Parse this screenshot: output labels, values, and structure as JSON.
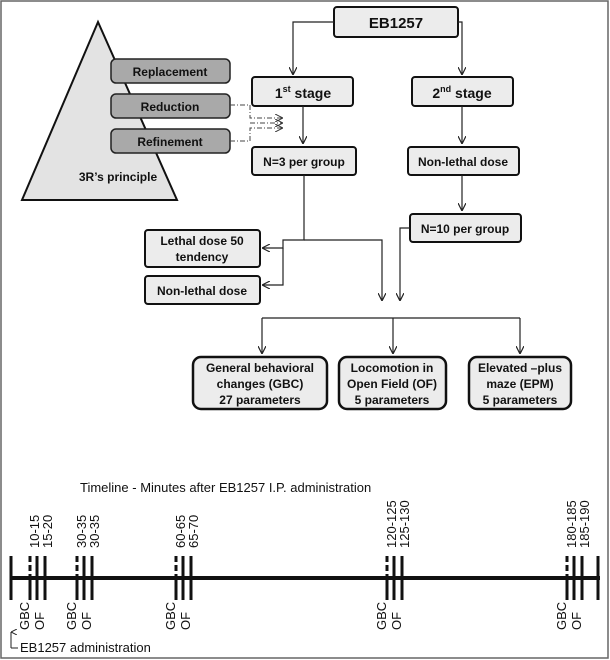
{
  "flow": {
    "root": "EB1257",
    "stage1": {
      "text": "1",
      "sup": "st",
      "rest": " stage"
    },
    "stage2": {
      "text": "2",
      "sup": "nd",
      "rest": " stage"
    },
    "n3": "N=3 per group",
    "nonlethal_stage2": "Non-lethal dose",
    "n10": "N=10 per group",
    "ld50": [
      "Lethal dose 50",
      "tendency"
    ],
    "nonlethal_left": "Non-lethal dose",
    "gbc": [
      "General behavioral",
      "changes (GBC)",
      "27 parameters"
    ],
    "locomotion": [
      "Locomotion in",
      "Open Field (OF)",
      "5 parameters"
    ],
    "epm": [
      "Elevated –plus",
      "maze (EPM)",
      "5 parameters"
    ]
  },
  "principle": {
    "items": [
      "Replacement",
      "Reduction",
      "Refinement"
    ],
    "label": "3R’s principle"
  },
  "timeline": {
    "title": "Timeline - Minutes after EB1257 I.P. administration",
    "groups": [
      {
        "gbc": "10-15",
        "of": "15-20",
        "label_gbc": "GBC",
        "label_of": "OF"
      },
      {
        "gbc": "30-35",
        "of": "30-35",
        "label_gbc": "GBC",
        "label_of": "OF"
      },
      {
        "gbc": "60-65",
        "of": "65-70",
        "label_gbc": "GBC",
        "label_of": "OF"
      },
      {
        "gbc": "120-125",
        "of": "125-130",
        "label_gbc": "GBC",
        "label_of": "OF"
      },
      {
        "gbc": "180-185",
        "of": "185-190",
        "label_gbc": "GBC",
        "label_of": "OF"
      }
    ],
    "admin_label": "EB1257 administration"
  }
}
